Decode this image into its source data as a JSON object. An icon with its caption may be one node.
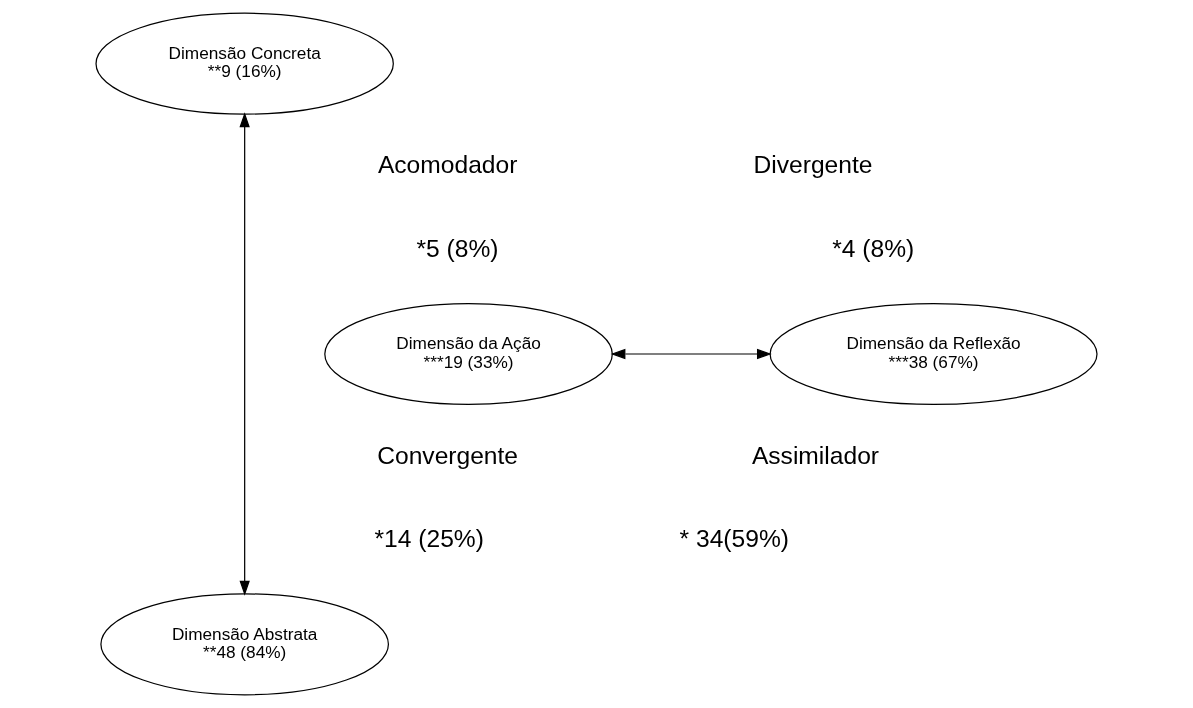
{
  "diagram": {
    "nodes": [
      {
        "text": [
          "Dimensão Concreta",
          "**9 (16%)"
        ]
      },
      {
        "text": [
          "Dimensão da Ação",
          "***19 (33%)"
        ]
      },
      {
        "text": [
          "Dimensão da Reflexão",
          "***38 (67%)"
        ]
      },
      {
        "text": [
          "Dimensão Abstrata",
          "**48 (84%)"
        ]
      }
    ],
    "edges": [
      {
        "from": 0,
        "to": 3,
        "arrow": "both"
      },
      {
        "from": 1,
        "to": 2,
        "arrow": "both"
      }
    ],
    "labels": [
      "Acomodador",
      "Divergente",
      "*5 (8%)",
      "*4 (8%)",
      "Convergente",
      "Assimilador",
      "*14 (25%)",
      "* 34(59%)"
    ]
  }
}
